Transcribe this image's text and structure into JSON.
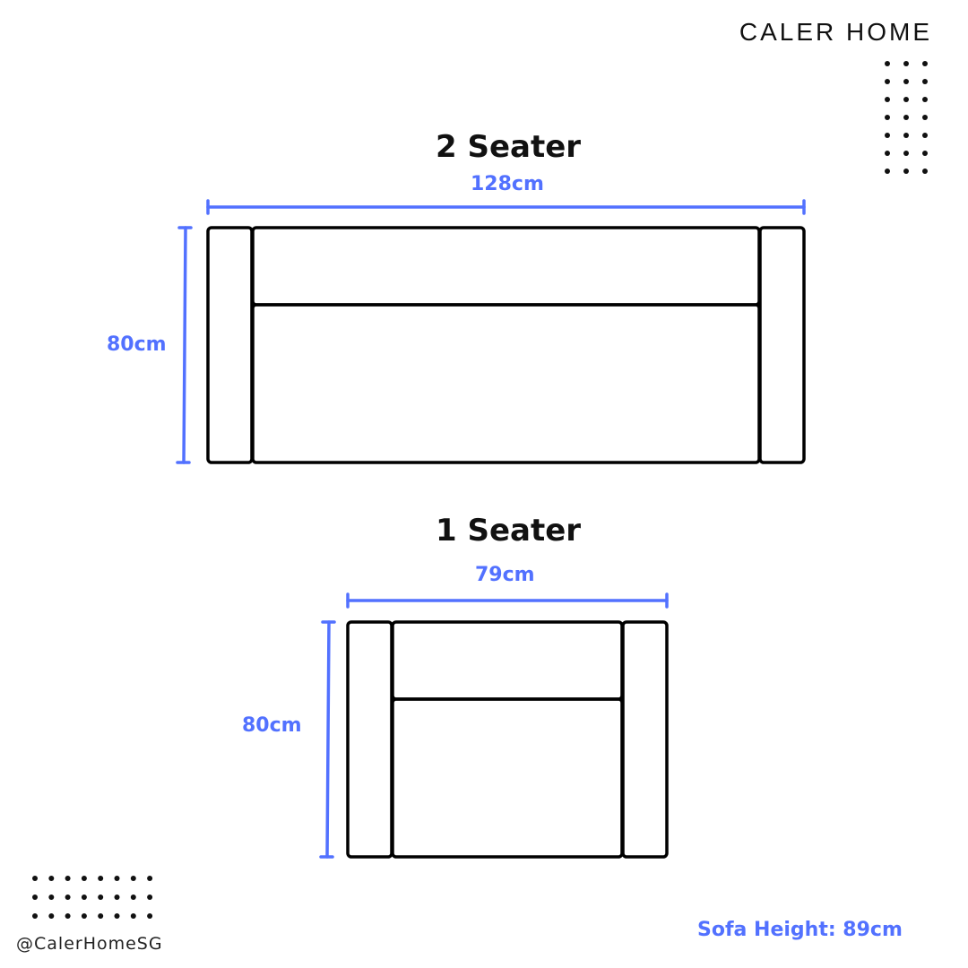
{
  "brand": "CALER HOME",
  "handle": "@CalerHomeSG",
  "accent_color": "#5271ff",
  "sofas": [
    {
      "title": "2 Seater",
      "width_label": "128cm",
      "depth_label": "80cm"
    },
    {
      "title": "1 Seater",
      "width_label": "79cm",
      "depth_label": "80cm"
    }
  ],
  "height_note": "Sofa Height: 89cm"
}
